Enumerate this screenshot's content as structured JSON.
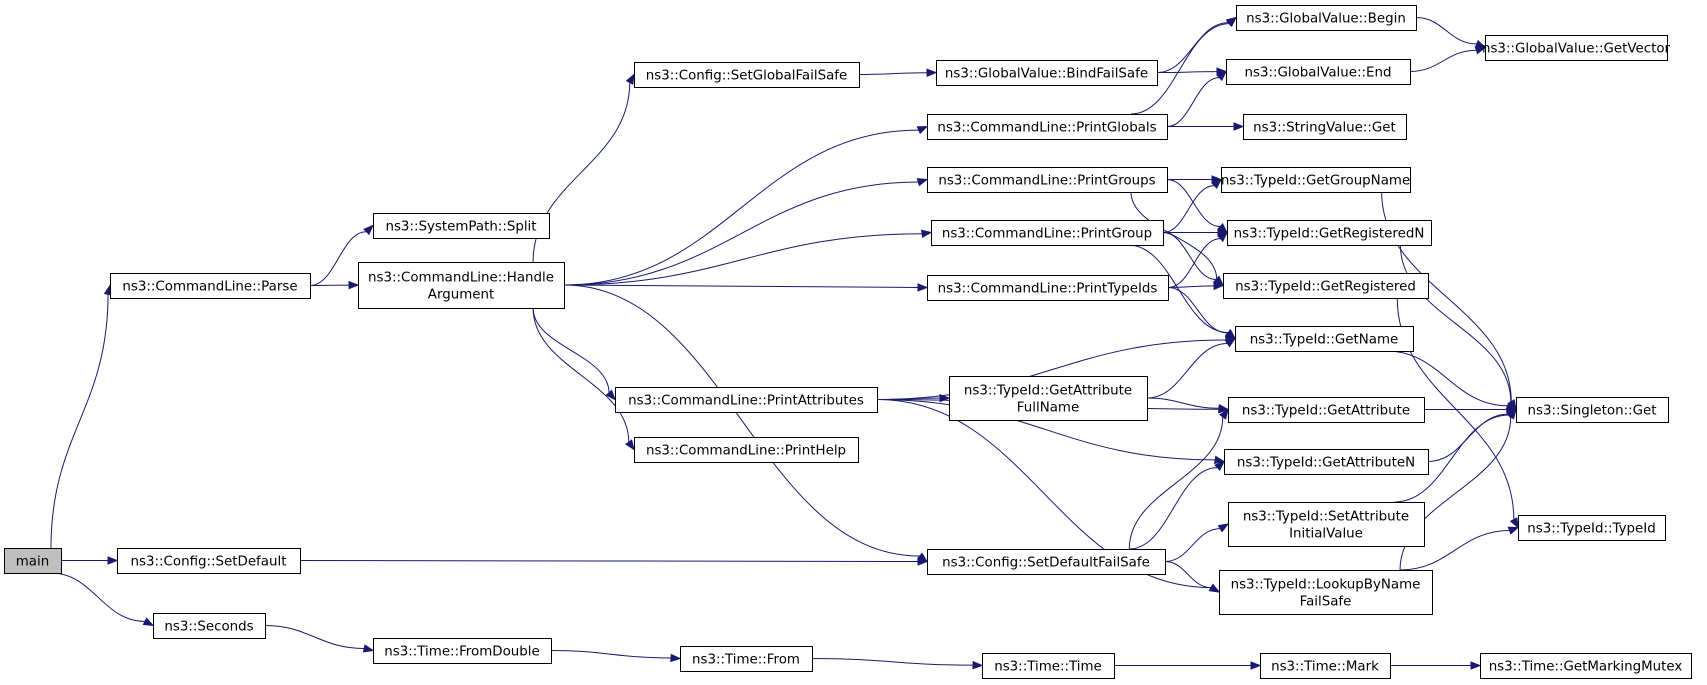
{
  "diagram": {
    "type": "call-graph",
    "root": "main",
    "nodes": [
      {
        "id": "main",
        "lines": [
          "main"
        ]
      },
      {
        "id": "parse",
        "lines": [
          "ns3::CommandLine::Parse"
        ]
      },
      {
        "id": "setdefault",
        "lines": [
          "ns3::Config::SetDefault"
        ]
      },
      {
        "id": "seconds",
        "lines": [
          "ns3::Seconds"
        ]
      },
      {
        "id": "split",
        "lines": [
          "ns3::SystemPath::Split"
        ]
      },
      {
        "id": "handlearg",
        "lines": [
          "ns3::CommandLine::Handle",
          "Argument"
        ]
      },
      {
        "id": "fromdouble",
        "lines": [
          "ns3::Time::FromDouble"
        ]
      },
      {
        "id": "setglobalfailsafe",
        "lines": [
          "ns3::Config::SetGlobalFailSafe"
        ]
      },
      {
        "id": "printattributes",
        "lines": [
          "ns3::CommandLine::PrintAttributes"
        ]
      },
      {
        "id": "printhelp",
        "lines": [
          "ns3::CommandLine::PrintHelp"
        ]
      },
      {
        "id": "from",
        "lines": [
          "ns3::Time::From"
        ]
      },
      {
        "id": "bindfailsafe",
        "lines": [
          "ns3::GlobalValue::BindFailSafe"
        ]
      },
      {
        "id": "printglobals",
        "lines": [
          "ns3::CommandLine::PrintGlobals"
        ]
      },
      {
        "id": "printgroups",
        "lines": [
          "ns3::CommandLine::PrintGroups"
        ]
      },
      {
        "id": "printgroup",
        "lines": [
          "ns3::CommandLine::PrintGroup"
        ]
      },
      {
        "id": "printtypeids",
        "lines": [
          "ns3::CommandLine::PrintTypeIds"
        ]
      },
      {
        "id": "getattrfullname",
        "lines": [
          "ns3::TypeId::GetAttribute",
          "FullName"
        ]
      },
      {
        "id": "setdefaultfailsafe",
        "lines": [
          "ns3::Config::SetDefaultFailSafe"
        ]
      },
      {
        "id": "timetime",
        "lines": [
          "ns3::Time::Time"
        ]
      },
      {
        "id": "gvbegin",
        "lines": [
          "ns3::GlobalValue::Begin"
        ]
      },
      {
        "id": "gvend",
        "lines": [
          "ns3::GlobalValue::End"
        ]
      },
      {
        "id": "stringvalueget",
        "lines": [
          "ns3::StringValue::Get"
        ]
      },
      {
        "id": "getgroupname",
        "lines": [
          "ns3::TypeId::GetGroupName"
        ]
      },
      {
        "id": "getregisteredn",
        "lines": [
          "ns3::TypeId::GetRegisteredN"
        ]
      },
      {
        "id": "getregistered",
        "lines": [
          "ns3::TypeId::GetRegistered"
        ]
      },
      {
        "id": "getname",
        "lines": [
          "ns3::TypeId::GetName"
        ]
      },
      {
        "id": "getattribute",
        "lines": [
          "ns3::TypeId::GetAttribute"
        ]
      },
      {
        "id": "getattributen",
        "lines": [
          "ns3::TypeId::GetAttributeN"
        ]
      },
      {
        "id": "setattrinitial",
        "lines": [
          "ns3::TypeId::SetAttribute",
          "InitialValue"
        ]
      },
      {
        "id": "lookupbyname",
        "lines": [
          "ns3::TypeId::LookupByName",
          "FailSafe"
        ]
      },
      {
        "id": "timemark",
        "lines": [
          "ns3::Time::Mark"
        ]
      },
      {
        "id": "getvector",
        "lines": [
          "ns3::GlobalValue::GetVector"
        ]
      },
      {
        "id": "singletonget",
        "lines": [
          "ns3::Singleton::Get"
        ]
      },
      {
        "id": "typeidtypeid",
        "lines": [
          "ns3::TypeId::TypeId"
        ]
      },
      {
        "id": "getmarkingmutex",
        "lines": [
          "ns3::Time::GetMarkingMutex"
        ]
      }
    ],
    "edges": [
      {
        "from": "main",
        "to": "parse"
      },
      {
        "from": "main",
        "to": "setdefault"
      },
      {
        "from": "main",
        "to": "seconds"
      },
      {
        "from": "parse",
        "to": "split"
      },
      {
        "from": "parse",
        "to": "handlearg"
      },
      {
        "from": "handlearg",
        "to": "setglobalfailsafe"
      },
      {
        "from": "handlearg",
        "to": "printglobals"
      },
      {
        "from": "handlearg",
        "to": "printgroups"
      },
      {
        "from": "handlearg",
        "to": "printgroup"
      },
      {
        "from": "handlearg",
        "to": "printtypeids"
      },
      {
        "from": "handlearg",
        "to": "printattributes"
      },
      {
        "from": "handlearg",
        "to": "printhelp"
      },
      {
        "from": "handlearg",
        "to": "setdefaultfailsafe"
      },
      {
        "from": "setglobalfailsafe",
        "to": "bindfailsafe"
      },
      {
        "from": "bindfailsafe",
        "to": "gvbegin"
      },
      {
        "from": "bindfailsafe",
        "to": "gvend"
      },
      {
        "from": "printglobals",
        "to": "gvbegin"
      },
      {
        "from": "printglobals",
        "to": "gvend"
      },
      {
        "from": "printglobals",
        "to": "stringvalueget"
      },
      {
        "from": "gvbegin",
        "to": "getvector"
      },
      {
        "from": "gvend",
        "to": "getvector"
      },
      {
        "from": "printgroups",
        "to": "getgroupname"
      },
      {
        "from": "printgroups",
        "to": "getregisteredn"
      },
      {
        "from": "printgroups",
        "to": "getregistered"
      },
      {
        "from": "printgroup",
        "to": "getgroupname"
      },
      {
        "from": "printgroup",
        "to": "getregisteredn"
      },
      {
        "from": "printgroup",
        "to": "getregistered"
      },
      {
        "from": "printgroup",
        "to": "getname"
      },
      {
        "from": "printtypeids",
        "to": "getregisteredn"
      },
      {
        "from": "printtypeids",
        "to": "getregistered"
      },
      {
        "from": "printtypeids",
        "to": "getname"
      },
      {
        "from": "printattributes",
        "to": "getattrfullname"
      },
      {
        "from": "printattributes",
        "to": "getname"
      },
      {
        "from": "printattributes",
        "to": "getattribute"
      },
      {
        "from": "printattributes",
        "to": "getattributen"
      },
      {
        "from": "printattributes",
        "to": "lookupbyname"
      },
      {
        "from": "getattrfullname",
        "to": "getname"
      },
      {
        "from": "getattrfullname",
        "to": "getattribute"
      },
      {
        "from": "setdefault",
        "to": "setdefaultfailsafe"
      },
      {
        "from": "setdefaultfailsafe",
        "to": "getattribute"
      },
      {
        "from": "setdefaultfailsafe",
        "to": "getattributen"
      },
      {
        "from": "setdefaultfailsafe",
        "to": "setattrinitial"
      },
      {
        "from": "setdefaultfailsafe",
        "to": "lookupbyname"
      },
      {
        "from": "getgroupname",
        "to": "singletonget"
      },
      {
        "from": "getregisteredn",
        "to": "singletonget"
      },
      {
        "from": "getregistered",
        "to": "typeidtypeid"
      },
      {
        "from": "getname",
        "to": "singletonget"
      },
      {
        "from": "getattribute",
        "to": "singletonget"
      },
      {
        "from": "getattributen",
        "to": "singletonget"
      },
      {
        "from": "setattrinitial",
        "to": "singletonget"
      },
      {
        "from": "lookupbyname",
        "to": "singletonget"
      },
      {
        "from": "lookupbyname",
        "to": "typeidtypeid"
      },
      {
        "from": "seconds",
        "to": "fromdouble"
      },
      {
        "from": "fromdouble",
        "to": "from"
      },
      {
        "from": "from",
        "to": "timetime"
      },
      {
        "from": "timetime",
        "to": "timemark"
      },
      {
        "from": "timemark",
        "to": "getmarkingmutex"
      }
    ]
  }
}
